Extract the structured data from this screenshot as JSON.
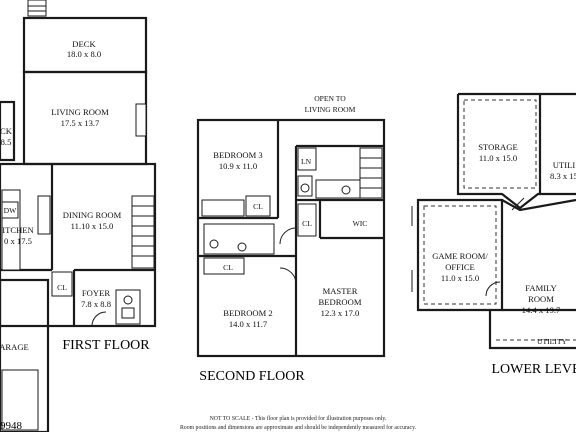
{
  "listing_number": "9948",
  "first_floor": {
    "title": "FIRST FLOOR",
    "rooms": {
      "deck": {
        "name": "DECK",
        "dims": "18.0 x 8.0"
      },
      "living_room": {
        "name": "LIVING ROOM",
        "dims": "17.5 x 13.7"
      },
      "side_deck": {
        "name": "CK",
        "dims": "8.5"
      },
      "dining_room": {
        "name": "DINING ROOM",
        "dims": "11.10 x 15.0"
      },
      "kitchen": {
        "name": "ITCHEN",
        "dims": "0 x 17.5"
      },
      "dw": {
        "name": "DW"
      },
      "foyer": {
        "name": "FOYER",
        "dims": "7.8 x 8.8"
      },
      "closet": {
        "name": "CL"
      },
      "garage": {
        "name": "ARAGE"
      }
    }
  },
  "second_floor": {
    "title": "SECOND FLOOR",
    "open_to": [
      "OPEN TO",
      "LIVING ROOM"
    ],
    "rooms": {
      "bedroom3": {
        "name": "BEDROOM 3",
        "dims": "10.9 x 11.0"
      },
      "bedroom2": {
        "name": "BEDROOM 2",
        "dims": "14.0 x 11.7"
      },
      "master": {
        "name": [
          "MASTER",
          "BEDROOM"
        ],
        "dims": "12.3 x 17.0"
      },
      "linen": {
        "name": "LN"
      },
      "wic": {
        "name": "WIC"
      },
      "cl_a": {
        "name": "CL"
      },
      "cl_b": {
        "name": "CL"
      },
      "cl_c": {
        "name": "CL"
      }
    }
  },
  "lower_level": {
    "title": "LOWER LEVE",
    "rooms": {
      "storage": {
        "name": "STORAGE",
        "dims": "11.0 x 15.0"
      },
      "utility_top": {
        "name": "UTILI",
        "dims": "8.3 x 15"
      },
      "game_room": {
        "name": [
          "GAME ROOM/",
          "OFFICE"
        ],
        "dims": "11.0 x 15.0"
      },
      "family_room": {
        "name": [
          "FAMILY",
          "ROOM"
        ],
        "dims": "14.4 x 19.7"
      },
      "utility_bottom": {
        "name": "UTILITY"
      }
    }
  },
  "disclaimer": [
    "NOT TO SCALE - This floor plan is provided for illustration purposes only.",
    "Room positions and dimensions are approximate and should be independently measured for accuracy."
  ]
}
